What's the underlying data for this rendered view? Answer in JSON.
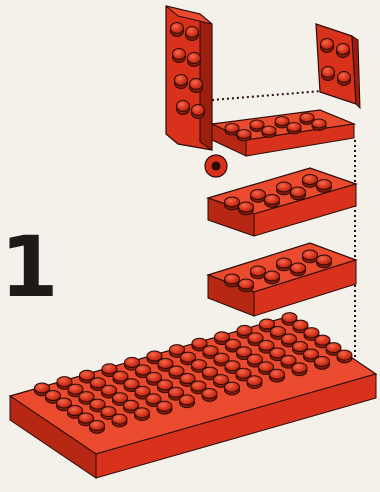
{
  "instruction": {
    "step_number": "1"
  },
  "colors": {
    "background": "#f4f1ea",
    "brick_red": "#d8321c",
    "brick_light": "#ea4a2e",
    "brick_dark": "#9c1f0e",
    "outline": "#2a0d08",
    "step_number": "#1e1a17"
  },
  "parts": [
    {
      "name": "vertical-bracket-plate",
      "studs": "2x4"
    },
    {
      "name": "small-square-plate",
      "studs": "2x2"
    },
    {
      "name": "bracket-base-with-hinge",
      "studs": "2x4"
    },
    {
      "name": "middle-plate-upper",
      "studs": "2x4"
    },
    {
      "name": "middle-plate-lower",
      "studs": "2x4"
    },
    {
      "name": "large-base-plate",
      "studs": "6x12"
    }
  ]
}
